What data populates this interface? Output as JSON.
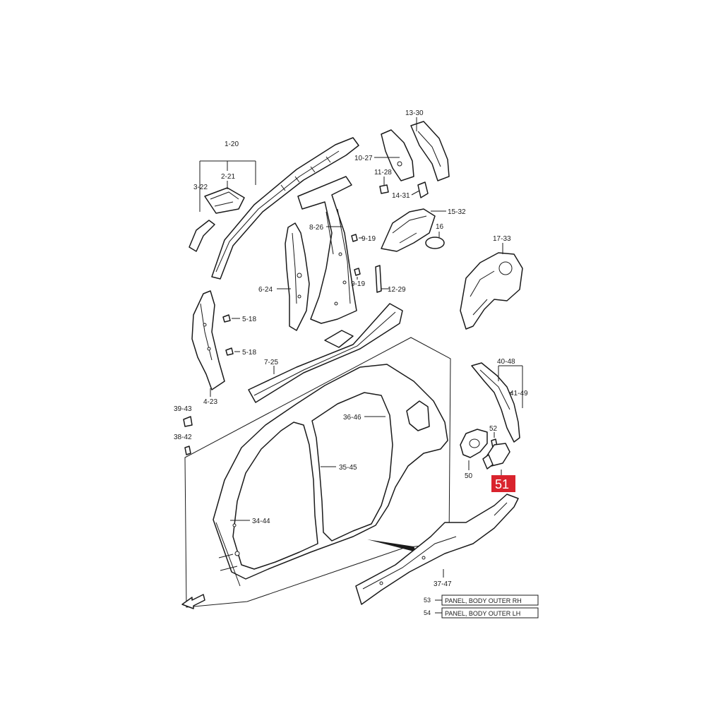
{
  "callouts": {
    "c1_20": "1-20",
    "c2_21": "2-21",
    "c3_22": "3-22",
    "c4_23": "4-23",
    "c5_18a": "5-18",
    "c5_18b": "5-18",
    "c6_24": "6-24",
    "c7_25": "7-25",
    "c8_26": "8-26",
    "c9_19a": "9-19",
    "c9_19b": "9-19",
    "c10_27": "10-27",
    "c11_28": "11-28",
    "c12_29": "12-29",
    "c13_30": "13-30",
    "c14_31": "14-31",
    "c15_32": "15-32",
    "c16": "16",
    "c17_33": "17-33",
    "c34_44": "34-44",
    "c35_45": "35-45",
    "c36_46": "36-46",
    "c37_47": "37-47",
    "c38_42": "38-42",
    "c39_43": "39-43",
    "c40_48": "40-48",
    "c41_49": "41-49",
    "c50": "50",
    "c52": "52"
  },
  "highlight": {
    "number": "51",
    "color": "#d9232d"
  },
  "legend": [
    {
      "number": "53",
      "text": "PANEL, BODY OUTER RH"
    },
    {
      "number": "54",
      "text": "PANEL, BODY OUTER LH"
    }
  ],
  "front_arrow_icon": "front-arrow-icon"
}
